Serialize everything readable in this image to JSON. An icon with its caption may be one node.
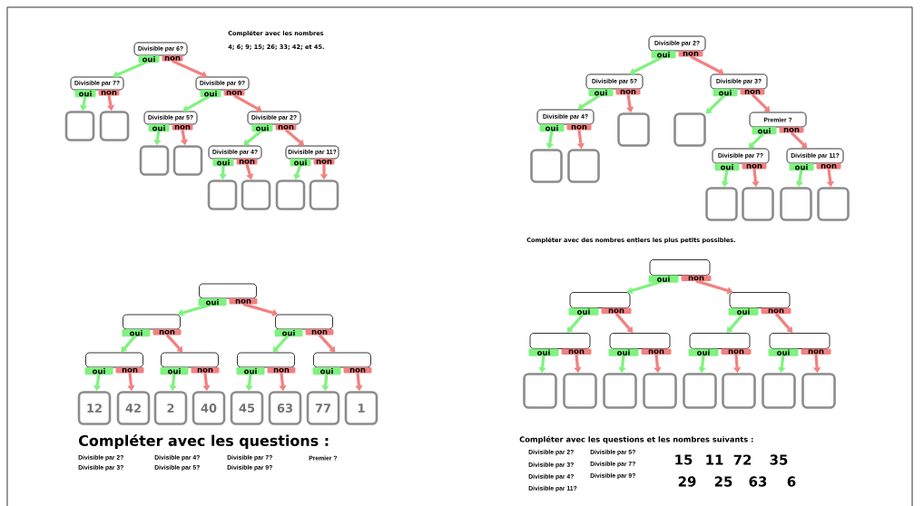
{
  "diagram": {
    "nodes": [
      {
        "text": [
          "Divisible par 6?"
        ]
      },
      {
        "text": [
          "Divisible par 7?"
        ]
      },
      {
        "text": [
          "Divisible par 9?"
        ]
      },
      {
        "text": [],
        "shape": "box"
      },
      {
        "text": [],
        "shape": "box"
      },
      {
        "text": [
          "Divisible par 5?"
        ]
      },
      {
        "text": [
          "Divisible par 2?"
        ]
      },
      {
        "text": [],
        "shape": "box"
      },
      {
        "text": [],
        "shape": "box"
      },
      {
        "text": [
          "Divisible par 4?"
        ]
      },
      {
        "text": [
          "Divisible par 11?"
        ]
      },
      {
        "text": [],
        "shape": "box"
      },
      {
        "text": [],
        "shape": "box"
      },
      {
        "text": [],
        "shape": "box"
      },
      {
        "text": [],
        "shape": "box"
      },
      {
        "text": [
          "Divisible par 2?"
        ]
      },
      {
        "text": [
          "Divisible par 5?"
        ]
      },
      {
        "text": [
          "Divisible par 3?"
        ]
      },
      {
        "text": [
          "Divisible par 4?"
        ]
      },
      {
        "text": [],
        "shape": "box"
      },
      {
        "text": [],
        "shape": "box"
      },
      {
        "text": [
          "Premier ?"
        ]
      },
      {
        "text": [],
        "shape": "box"
      },
      {
        "text": [],
        "shape": "box"
      },
      {
        "text": [
          "Divisible par 7?"
        ]
      },
      {
        "text": [
          "Divisible par 11?"
        ]
      },
      {
        "text": [],
        "shape": "box"
      },
      {
        "text": [],
        "shape": "box"
      },
      {
        "text": [],
        "shape": "box"
      },
      {
        "text": [],
        "shape": "box"
      },
      {
        "text": [],
        "shape": "box"
      },
      {
        "text": [],
        "shape": "box"
      },
      {
        "text": [],
        "shape": "box"
      },
      {
        "text": [],
        "shape": "box"
      },
      {
        "text": [],
        "shape": "box"
      },
      {
        "text": [],
        "shape": "box"
      },
      {
        "text": [],
        "shape": "box"
      },
      {
        "text": [
          "12"
        ]
      },
      {
        "text": [
          "42"
        ]
      },
      {
        "text": [
          "2"
        ]
      },
      {
        "text": [
          "40"
        ]
      },
      {
        "text": [
          "45"
        ]
      },
      {
        "text": [
          "63"
        ]
      },
      {
        "text": [
          "77"
        ]
      },
      {
        "text": [
          "1"
        ]
      },
      {
        "text": [],
        "shape": "box"
      },
      {
        "text": [],
        "shape": "box"
      },
      {
        "text": [],
        "shape": "box"
      },
      {
        "text": [],
        "shape": "box"
      },
      {
        "text": [],
        "shape": "box"
      },
      {
        "text": [],
        "shape": "box"
      },
      {
        "text": [],
        "shape": "box"
      },
      {
        "text": [],
        "shape": "box"
      },
      {
        "text": [],
        "shape": "box"
      },
      {
        "text": [],
        "shape": "box"
      },
      {
        "text": [],
        "shape": "box"
      },
      {
        "text": [],
        "shape": "box"
      },
      {
        "text": [],
        "shape": "box"
      },
      {
        "text": [],
        "shape": "box"
      },
      {
        "text": [],
        "shape": "box"
      }
    ],
    "edges": [
      {
        "from": 0,
        "to": 1,
        "arrow": "to",
        "label": "oui",
        "color": "#7ef27e"
      },
      {
        "from": 0,
        "to": 2,
        "arrow": "to",
        "label": "non",
        "color": "#f28080"
      },
      {
        "from": 1,
        "to": 3,
        "arrow": "to",
        "label": "oui",
        "color": "#7ef27e"
      },
      {
        "from": 1,
        "to": 4,
        "arrow": "to",
        "label": "non",
        "color": "#f28080"
      },
      {
        "from": 2,
        "to": 5,
        "arrow": "to",
        "label": "oui",
        "color": "#7ef27e"
      },
      {
        "from": 2,
        "to": 6,
        "arrow": "to",
        "label": "non",
        "color": "#f28080"
      },
      {
        "from": 5,
        "to": 7,
        "arrow": "to",
        "label": "oui",
        "color": "#7ef27e"
      },
      {
        "from": 5,
        "to": 8,
        "arrow": "to",
        "label": "non",
        "color": "#f28080"
      },
      {
        "from": 6,
        "to": 9,
        "arrow": "to",
        "label": "oui",
        "color": "#7ef27e"
      },
      {
        "from": 6,
        "to": 10,
        "arrow": "to",
        "label": "non",
        "color": "#f28080"
      },
      {
        "from": 9,
        "to": 11,
        "arrow": "to",
        "label": "oui",
        "color": "#7ef27e"
      },
      {
        "from": 9,
        "to": 12,
        "arrow": "to",
        "label": "non",
        "color": "#f28080"
      },
      {
        "from": 10,
        "to": 13,
        "arrow": "to",
        "label": "oui",
        "color": "#7ef27e"
      },
      {
        "from": 10,
        "to": 14,
        "arrow": "to",
        "label": "non",
        "color": "#f28080"
      },
      {
        "from": 15,
        "to": 16,
        "arrow": "to",
        "label": "oui",
        "color": "#7ef27e"
      },
      {
        "from": 15,
        "to": 17,
        "arrow": "to",
        "label": "non",
        "color": "#f28080"
      },
      {
        "from": 16,
        "to": 18,
        "arrow": "to",
        "label": "oui",
        "color": "#7ef27e"
      },
      {
        "from": 16,
        "to": 19,
        "arrow": "to",
        "label": "non",
        "color": "#f28080"
      },
      {
        "from": 17,
        "to": 20,
        "arrow": "to",
        "label": "oui",
        "color": "#7ef27e"
      },
      {
        "from": 17,
        "to": 21,
        "arrow": "to",
        "label": "non",
        "color": "#f28080"
      },
      {
        "from": 18,
        "to": 22,
        "arrow": "to",
        "label": "oui",
        "color": "#7ef27e"
      },
      {
        "from": 18,
        "to": 23,
        "arrow": "to",
        "label": "non",
        "color": "#f28080"
      },
      {
        "from": 21,
        "to": 24,
        "arrow": "to",
        "label": "oui",
        "color": "#7ef27e"
      },
      {
        "from": 21,
        "to": 25,
        "arrow": "to",
        "label": "non",
        "color": "#f28080"
      },
      {
        "from": 24,
        "to": 26,
        "arrow": "to",
        "label": "oui",
        "color": "#7ef27e"
      },
      {
        "from": 24,
        "to": 27,
        "arrow": "to",
        "label": "non",
        "color": "#f28080"
      },
      {
        "from": 25,
        "to": 28,
        "arrow": "to",
        "label": "oui",
        "color": "#7ef27e"
      },
      {
        "from": 25,
        "to": 29,
        "arrow": "to",
        "label": "non",
        "color": "#f28080"
      },
      {
        "from": 30,
        "to": 31,
        "arrow": "to",
        "label": "oui",
        "color": "#7ef27e"
      },
      {
        "from": 30,
        "to": 32,
        "arrow": "to",
        "label": "non",
        "color": "#f28080"
      },
      {
        "from": 31,
        "to": 33,
        "arrow": "to",
        "label": "oui",
        "color": "#7ef27e"
      },
      {
        "from": 31,
        "to": 34,
        "arrow": "to",
        "label": "non",
        "color": "#f28080"
      },
      {
        "from": 32,
        "to": 35,
        "arrow": "to",
        "label": "oui",
        "color": "#7ef27e"
      },
      {
        "from": 32,
        "to": 36,
        "arrow": "to",
        "label": "non",
        "color": "#f28080"
      },
      {
        "from": 33,
        "to": 37,
        "arrow": "to",
        "label": "oui",
        "color": "#7ef27e"
      },
      {
        "from": 33,
        "to": 38,
        "arrow": "to",
        "label": "non",
        "color": "#f28080"
      },
      {
        "from": 34,
        "to": 39,
        "arrow": "to",
        "label": "oui",
        "color": "#7ef27e"
      },
      {
        "from": 34,
        "to": 40,
        "arrow": "to",
        "label": "non",
        "color": "#f28080"
      },
      {
        "from": 35,
        "to": 41,
        "arrow": "to",
        "label": "oui",
        "color": "#7ef27e"
      },
      {
        "from": 35,
        "to": 42,
        "arrow": "to",
        "label": "non",
        "color": "#f28080"
      },
      {
        "from": 36,
        "to": 43,
        "arrow": "to",
        "label": "oui",
        "color": "#7ef27e"
      },
      {
        "from": 36,
        "to": 44,
        "arrow": "to",
        "label": "non",
        "color": "#f28080"
      },
      {
        "from": 45,
        "to": 46,
        "arrow": "to",
        "label": "oui",
        "color": "#7ef27e"
      },
      {
        "from": 45,
        "to": 47,
        "arrow": "to",
        "label": "non",
        "color": "#f28080"
      },
      {
        "from": 46,
        "to": 48,
        "arrow": "to",
        "label": "oui",
        "color": "#7ef27e"
      },
      {
        "from": 46,
        "to": 49,
        "arrow": "to",
        "label": "non",
        "color": "#f28080"
      },
      {
        "from": 47,
        "to": 50,
        "arrow": "to",
        "label": "oui",
        "color": "#7ef27e"
      },
      {
        "from": 47,
        "to": 51,
        "arrow": "to",
        "label": "non",
        "color": "#f28080"
      },
      {
        "from": 48,
        "to": 52,
        "arrow": "to",
        "label": "oui",
        "color": "#7ef27e"
      },
      {
        "from": 48,
        "to": 53,
        "arrow": "to",
        "label": "non",
        "color": "#f28080"
      },
      {
        "from": 49,
        "to": 54,
        "arrow": "to",
        "label": "oui",
        "color": "#7ef27e"
      },
      {
        "from": 49,
        "to": 55,
        "arrow": "to",
        "label": "non",
        "color": "#f28080"
      },
      {
        "from": 50,
        "to": 56,
        "arrow": "to",
        "label": "oui",
        "color": "#7ef27e"
      },
      {
        "from": 50,
        "to": 57,
        "arrow": "to",
        "label": "non",
        "color": "#f28080"
      },
      {
        "from": 51,
        "to": 58,
        "arrow": "to",
        "label": "oui",
        "color": "#7ef27e"
      },
      {
        "from": 51,
        "to": 59,
        "arrow": "to",
        "label": "non",
        "color": "#f28080"
      }
    ],
    "labels": [
      "Compléter avec les nombres",
      "4; 6; 9; 15; 26; 33; 42; et 45.",
      "Compléter avec des nombres entiers les plus petits possibles.",
      "Compléter avec les questions :",
      "Divisible par 2?",
      "Divisible par 4?",
      "Divisible par 7?",
      "Premier ?",
      "Divisible par 3?",
      "Divisible par 5?",
      "Divisible par 9?",
      "Compléter avec les questions et les nombres suivants :",
      "Divisible par 2?",
      "Divisible par 5?",
      "Divisible par 3?",
      "Divisible par 7?",
      "Divisible par 4?",
      "Divisible par 9?",
      "Divisible par 11?",
      "15",
      "11",
      "72",
      "35",
      "29",
      "25",
      "63",
      "6"
    ]
  }
}
